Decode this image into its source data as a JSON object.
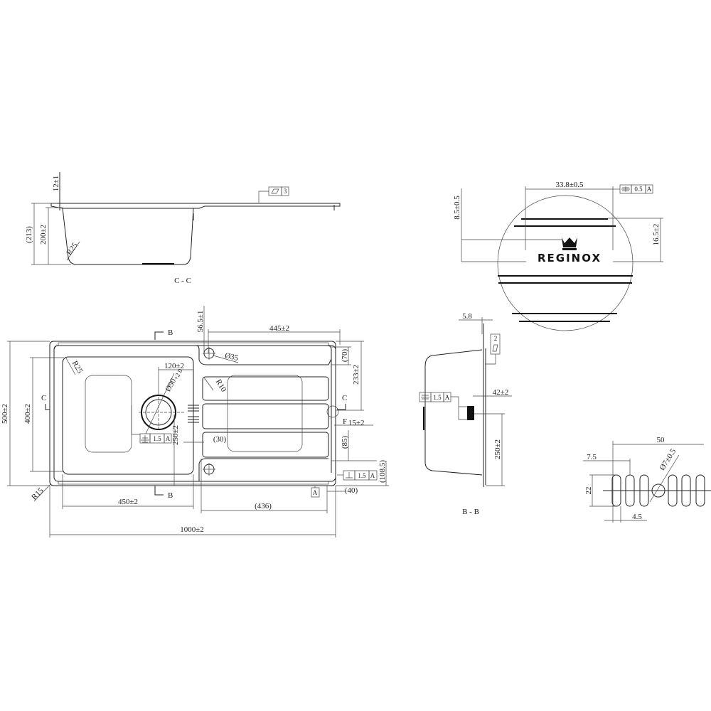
{
  "section_cc": {
    "label": "C - C",
    "dims": {
      "height_overall": "(213)",
      "height_bowl": "200±2",
      "rim": "12±1",
      "radius": "R25"
    },
    "flatness_tol": "3"
  },
  "plan_view": {
    "section_marks": {
      "b": "B",
      "c": "C"
    },
    "dims": {
      "drainer_width": "445±2",
      "tap_hole_offset": "56.5±1",
      "tap_hole_dia": "Ø35",
      "bowl_radius": "R25",
      "waste_offset": "120±2",
      "waste_dia": "Ø90",
      "waste_dia_tol": "+2 0",
      "rib_radius": "R10",
      "dim_70": "(70)",
      "dim_233": "233±2",
      "bowl_length": "400±2",
      "overall_width": "500±2",
      "overflow_label": "F",
      "overflow_offset": "15±2",
      "waste_from_front": "250±2",
      "dim_30": "(30)",
      "dim_85": "(85)",
      "dim_108": "(108.5)",
      "corner_radius": "R15",
      "bowl_width": "450±2",
      "dim_436": "(436)",
      "dim_40": "(40)",
      "overall_length": "1000±2"
    },
    "tol_sym": {
      "value": "1.5",
      "datum": "A"
    },
    "tol_perp": {
      "value": "1.5",
      "datum": "A"
    },
    "datum": "A"
  },
  "detail_logo": {
    "brand": "REGINOX",
    "dims": {
      "logo_width": "33.8±0.5",
      "logo_height": "8.5±0.5",
      "logo_offset": "16.5±2"
    },
    "tol": {
      "value": "0.5",
      "datum": "A"
    }
  },
  "section_bb": {
    "label": "B - B",
    "dims": {
      "rim": "5.8",
      "overflow": "42±2",
      "waste": "250±2"
    },
    "tol": {
      "value": "1.5",
      "datum": "A"
    },
    "flatness_tol": "2"
  },
  "overflow_detail": {
    "dims": {
      "width": "50",
      "pitch": "7.5",
      "height": "22",
      "gap": "4.5",
      "hole": "Ø7±0.5"
    }
  }
}
